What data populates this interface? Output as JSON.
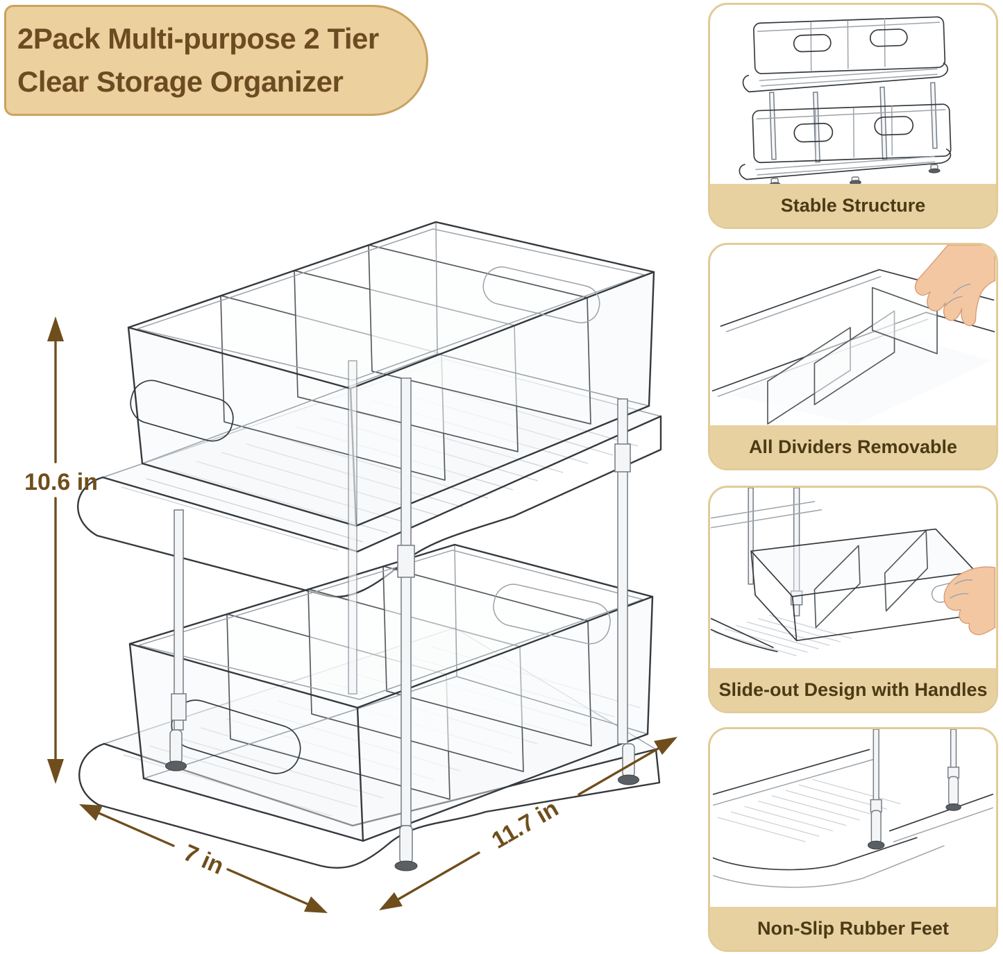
{
  "badge": {
    "title_line1": "2Pack Multi-purpose 2 Tier",
    "title_line2": "Clear Storage Organizer"
  },
  "diagram": {
    "description": "Two-tier clear slide-out storage organizer wireframe drawing with dimension arrows",
    "height_label": "10.6 in",
    "depth_label": "7 in",
    "width_label": "11.7 in"
  },
  "features": [
    {
      "label": "Stable Structure",
      "icon": "stable-structure-illustration"
    },
    {
      "label": "All Dividers Removable",
      "icon": "dividers-removable-illustration"
    },
    {
      "label": "Slide-out Design with Handles",
      "icon": "slide-out-illustration"
    },
    {
      "label": "Non-Slip Rubber Feet",
      "icon": "rubber-feet-illustration"
    }
  ],
  "colors": {
    "badge_bg": "#ecd09e",
    "badge_border": "#c9a25e",
    "badge_text": "#6d4b22",
    "caption_bg": "#e7d1a1",
    "caption_text": "#4b3a15",
    "card_border": "#e2cb97",
    "dimension": "#6f4e1d",
    "line_dark": "#35393d",
    "line_light": "#9ba3aa",
    "skin": "#f4c7a3"
  }
}
